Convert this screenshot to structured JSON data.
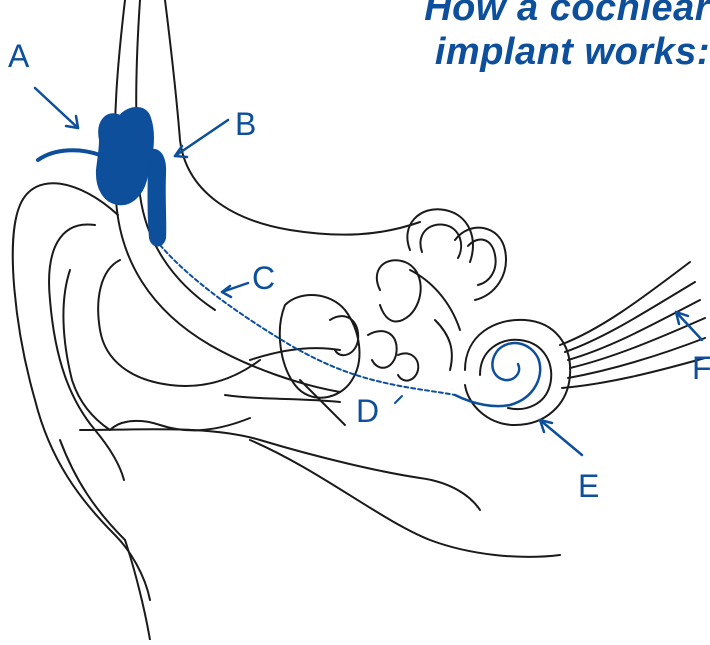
{
  "title": {
    "line1": "How a cochlear",
    "line2": "implant works:"
  },
  "labels": {
    "a": "A",
    "b": "B",
    "c": "C",
    "d": "D",
    "e": "E",
    "f": "F"
  },
  "colors": {
    "accent": "#0d4f9b",
    "line": "#1a1a1a",
    "background": "#ffffff"
  }
}
